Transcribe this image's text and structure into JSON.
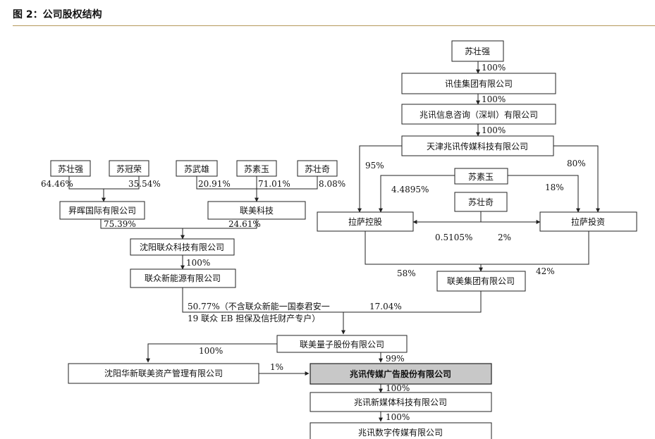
{
  "title": "图 2：公司股权结构",
  "nodes": {
    "szq_top": "苏壮强",
    "xunjia": "讯佳集团有限公司",
    "zhaoxun_xx": "兆讯信息咨询（深圳）有限公司",
    "tianjin": "天津兆讯传媒科技有限公司",
    "szq_left": "苏壮强",
    "sgr": "苏冠荣",
    "swx": "苏武雄",
    "ssy_left": "苏素玉",
    "szq2_left": "苏壮奇",
    "shenghui": "昇晖国际有限公司",
    "lianmei_kj": "联美科技",
    "shenyang_lz": "沈阳联众科技有限公司",
    "lianzhong_xny": "联众新能源有限公司",
    "ssy_right": "苏素玉",
    "szq2_right": "苏壮奇",
    "lasa_kg": "拉萨控股",
    "lasa_tz": "拉萨投资",
    "lianmei_jt": "联美集团有限公司",
    "lianmei_lz": "联美量子股份有限公司",
    "shenyang_hx": "沈阳华新联美资产管理有限公司",
    "zhaoxun_cm": "兆讯传媒广告股份有限公司",
    "zhaoxun_xmt": "兆讯新媒体科技有限公司",
    "zhaoxun_sz": "兆讯数字传媒有限公司"
  },
  "labels": {
    "szq_xunjia": "100%",
    "xunjia_zx": "100%",
    "zx_tj": "100%",
    "tj_kg": "95%",
    "tj_tz": "80%",
    "szq_left": "64.46%",
    "sgr": "35.54%",
    "swx": "20.91%",
    "ssy_left": "71.01%",
    "szq2_left": "8.08%",
    "ssy_kg": "4.4895%",
    "ssy_tz": "18%",
    "szq2_kg": "0.5105%",
    "szq2_tz": "2%",
    "shenghui": "75.39%",
    "lianmei_kj": "24.61%",
    "sylz_xny": "100%",
    "kg_jt": "58%",
    "tz_jt": "42%",
    "xny_lz_1": "50.77%（不含联众新能一国泰君安一",
    "xny_lz_2": "19 联众 EB 担保及信托财产专户）",
    "jt_lz": "17.04%",
    "lz_hx": "100%",
    "lz_cm": "99%",
    "hx_cm": "1%",
    "cm_xmt": "100%",
    "xmt_sz": "100%"
  },
  "colors": {
    "accent_rule": "#b5985a",
    "highlight_box": "#c8c8c8"
  }
}
